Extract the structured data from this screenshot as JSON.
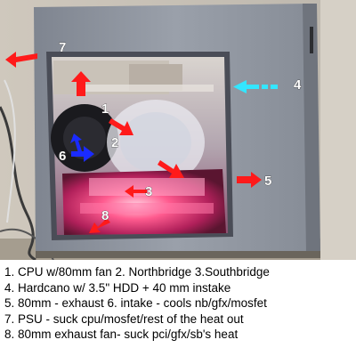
{
  "photo": {
    "subject": "pc-case-side-window-airflow",
    "callouts": {
      "c1": "1",
      "c2": "2",
      "c3": "3",
      "c4": "4",
      "c5": "5",
      "c6": "6",
      "c7": "7",
      "c8": "8"
    },
    "colors": {
      "case": "#8f95a0",
      "exhaust_arrow": "#ff1a1a",
      "intake_arrow": "#1a2bff",
      "hdd_intake_arrow": "#33e6ff",
      "glow": "#ff3d7a"
    }
  },
  "legend": {
    "lines": [
      "1. CPU w/80mm fan  2. Northbridge  3.Southbridge",
      "4. Hardcano w/ 3.5\" HDD + 40 mm instake",
      "5. 80mm - exhaust  6. intake - cools nb/gfx/mosfet",
      "7. PSU - suck cpu/mosfet/rest of the heat out",
      "8. 80mm exhaust fan- suck pci/gfx/sb's heat"
    ]
  }
}
